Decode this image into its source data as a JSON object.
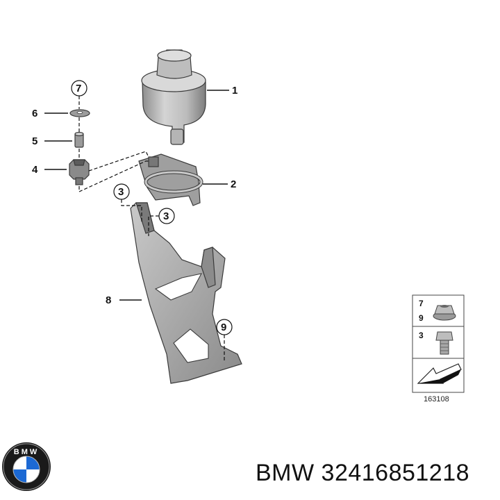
{
  "callouts": {
    "c1": "1",
    "c2": "2",
    "c3a": "3",
    "c3b": "3",
    "c4": "4",
    "c5": "5",
    "c6": "6",
    "c7": "7",
    "c8": "8",
    "c9": "9"
  },
  "legend": {
    "n7": "7",
    "n9": "9",
    "n3": "3",
    "code": "163108"
  },
  "logo": {
    "text": "BMW"
  },
  "footer": {
    "part_label": "BMW 32416851218"
  },
  "colors": {
    "part_fill": "#b8b8b8",
    "part_dark": "#6e6e6e",
    "logo_blue": "#1c69d4"
  }
}
